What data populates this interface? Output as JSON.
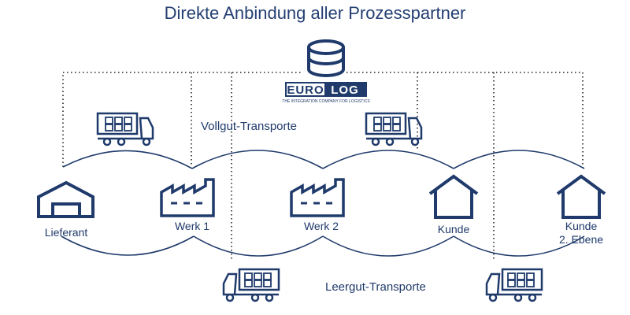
{
  "title": "Direkte Anbindung aller Prozesspartner",
  "logo": {
    "text_left": "EURO",
    "text_right": "LOG",
    "tagline": "THE INTEGRATION COMPANY FOR LOGISTICS"
  },
  "transports": {
    "full": "Vollgut-Transporte",
    "empty": "Leergut-Transporte"
  },
  "nodes": [
    {
      "label": "Lieferant",
      "icon": "warehouse-icon"
    },
    {
      "label": "Werk 1",
      "icon": "factory-icon"
    },
    {
      "label": "Werk 2",
      "icon": "factory-icon"
    },
    {
      "label": "Kunde",
      "icon": "house-icon"
    },
    {
      "label": "Kunde",
      "label2": "2. Ebene",
      "icon": "house-icon"
    }
  ],
  "colors": {
    "primary": "#1f3a6b",
    "logo_bg": "#1f3a6b",
    "dotted": "#222222"
  }
}
